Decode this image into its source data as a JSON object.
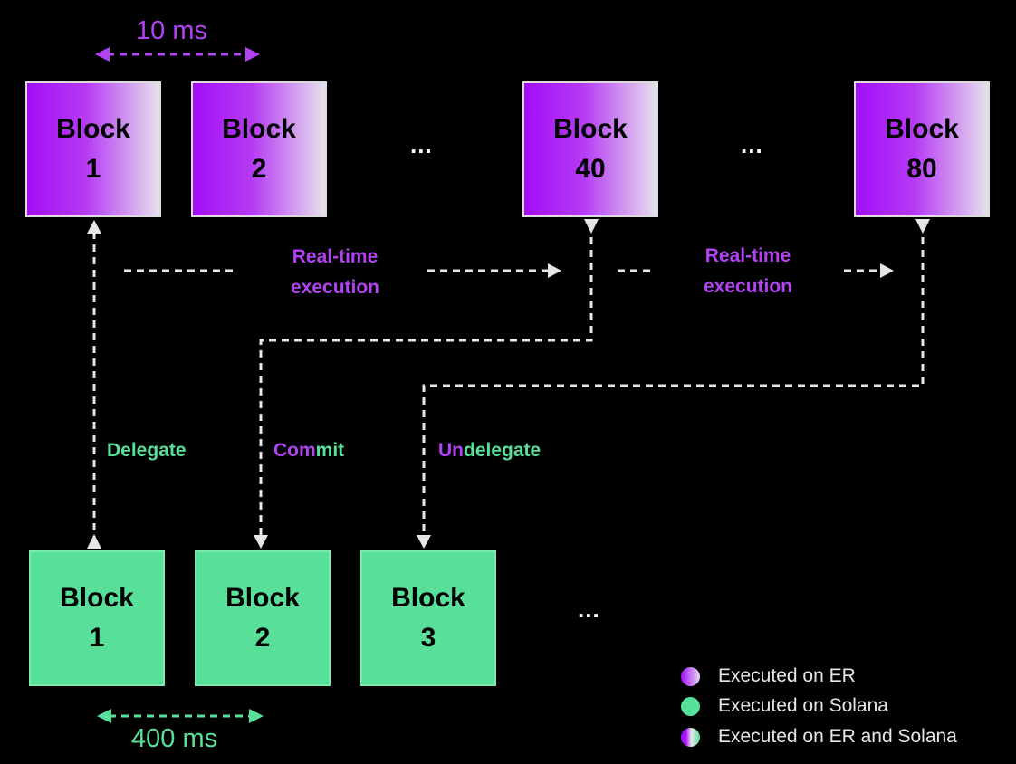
{
  "er_chain": {
    "timing": "10 ms",
    "blocks": [
      {
        "title": "Block",
        "num": "1"
      },
      {
        "title": "Block",
        "num": "2"
      },
      {
        "title": "Block",
        "num": "40"
      },
      {
        "title": "Block",
        "num": "80"
      }
    ]
  },
  "solana_chain": {
    "timing": "400 ms",
    "blocks": [
      {
        "title": "Block",
        "num": "1"
      },
      {
        "title": "Block",
        "num": "2"
      },
      {
        "title": "Block",
        "num": "3"
      }
    ]
  },
  "ellipsis": "...",
  "realtime": {
    "line1": "Real-time",
    "line2": "execution"
  },
  "actions": {
    "delegate": "Delegate",
    "commit_a": "Com",
    "commit_b": "mit",
    "undelegate_a": "Un",
    "undelegate_b": "delegate"
  },
  "legend": [
    {
      "label": "Executed on ER",
      "color": "purple"
    },
    {
      "label": "Executed on Solana",
      "color": "green"
    },
    {
      "label": "Executed on ER and Solana",
      "color": "purple-green"
    }
  ],
  "colors": {
    "er_purple": "#a20ef7",
    "label_purple": "#b243f2",
    "solana_green": "#58e09a",
    "connector": "#e6e6e6"
  }
}
